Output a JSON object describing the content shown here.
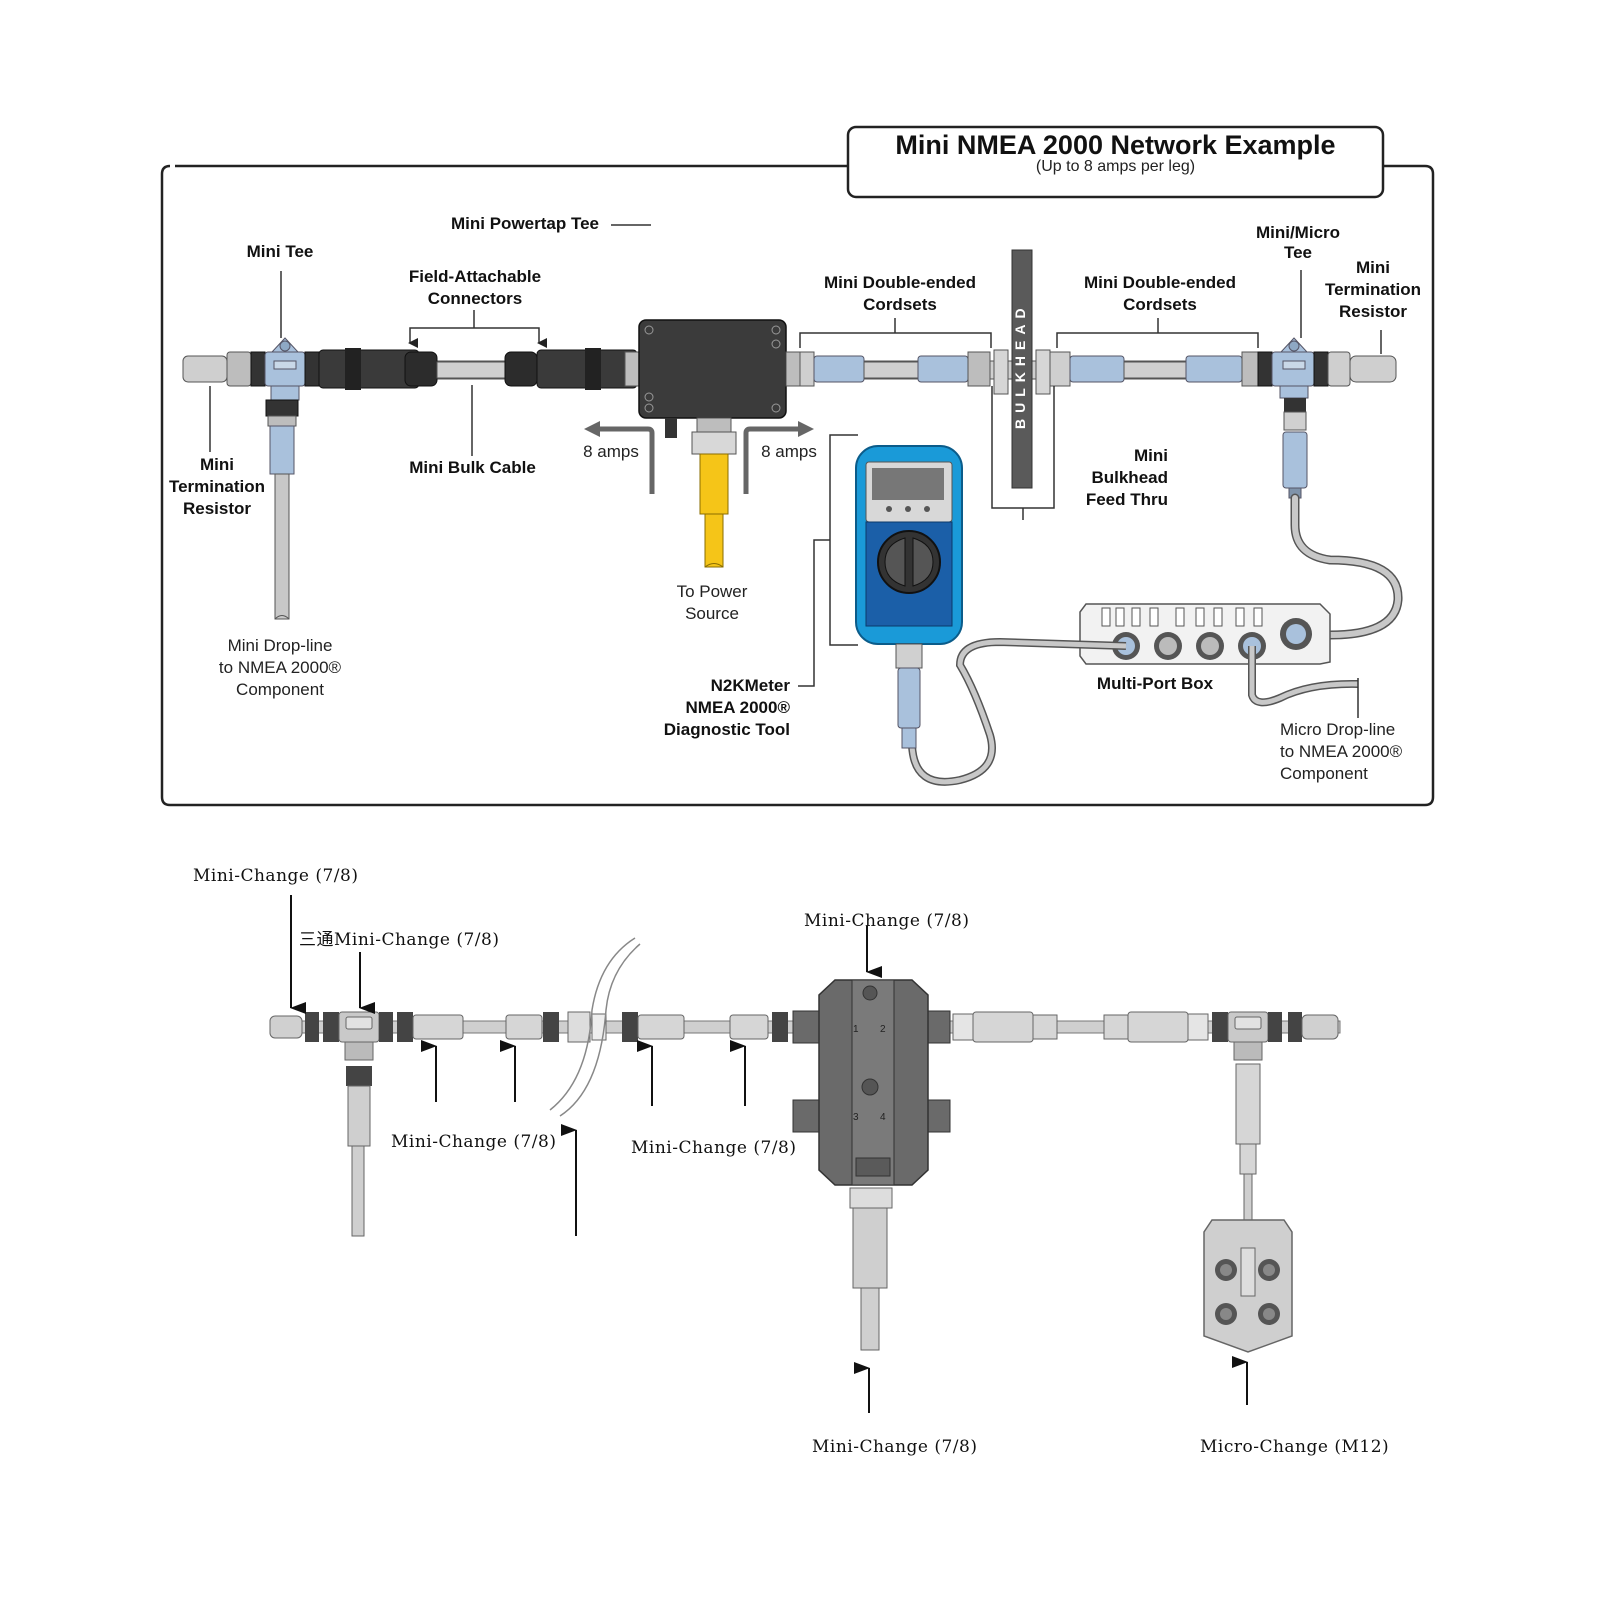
{
  "top_diagram": {
    "title": "Mini NMEA 2000  Network Example",
    "subtitle": "(Up to 8 amps per leg)",
    "labels": {
      "mini_tee": "Mini Tee",
      "mini_powertap_tee": "Mini Powertap Tee",
      "field_attachable_connectors": [
        "Field-Attachable",
        "Connectors"
      ],
      "mini_double_ended_cordsets_left": [
        "Mini Double-ended",
        "Cordsets"
      ],
      "mini_double_ended_cordsets_right": [
        "Mini Double-ended",
        "Cordsets"
      ],
      "mini_micro_tee": [
        "Mini/Micro",
        "Tee"
      ],
      "mini_termination_resistor_right": [
        "Mini",
        "Termination",
        "Resistor"
      ],
      "mini_termination_resistor_left": [
        "Mini",
        "Termination",
        "Resistor"
      ],
      "mini_bulk_cable": "Mini Bulk Cable",
      "amps_left": "8 amps",
      "amps_right": "8 amps",
      "to_power_source": [
        "To Power",
        "Source"
      ],
      "mini_bulkhead_feed_thru": [
        "Mini",
        "Bulkhead",
        "Feed Thru"
      ],
      "bulkhead": "BULKHEAD",
      "mini_drop_line": [
        "Mini Drop-line",
        "to NMEA 2000®",
        "Component"
      ],
      "n2kmeter": [
        "N2KMeter",
        "NMEA 2000®",
        "Diagnostic Tool"
      ],
      "multi_port_box": "Multi-Port Box",
      "micro_drop_line": [
        "Micro Drop-line",
        "to NMEA 2000®",
        "Component"
      ]
    }
  },
  "bottom_diagram": {
    "labels": {
      "terminator": "Mini-Change (7/8)",
      "tee": "三通Mini-Change (7/8)",
      "cordset_left": "Mini-Change (7/8)",
      "cordset_right": "Mini-Change (7/8)",
      "power_tee": "Mini-Change (7/8)",
      "power_cable": "Mini-Change (7/8)",
      "multi_port": "Micro-Change (M12)"
    }
  },
  "colors": {
    "frame": "#222222",
    "connector_blue": "#a9c1dc",
    "connector_dark": "#3a3a3a",
    "power_yellow": "#f5c518",
    "meter_blue": "#1a9ad8",
    "meter_dark_blue": "#1b5fa8",
    "cable_gray": "#c8c8c8",
    "bulkhead_gray": "#5a5a5a"
  }
}
